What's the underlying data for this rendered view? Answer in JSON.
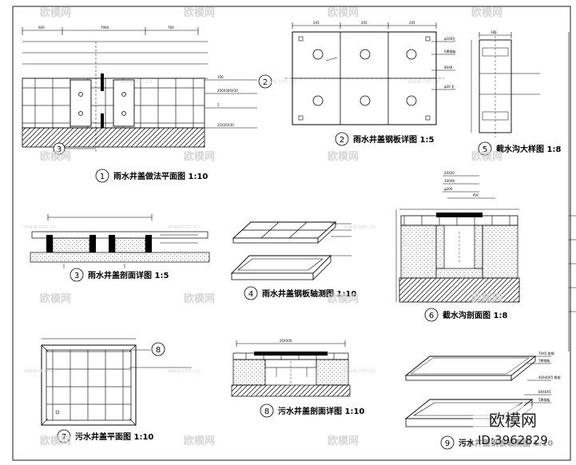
{
  "watermark": {
    "brand": "欧模网",
    "url": "www.om.cn"
  },
  "badge": {
    "brand": "欧模网",
    "code": "ID:3962829"
  },
  "views": [
    {
      "num": "1",
      "title": "雨水井盖做法平面图 1:10"
    },
    {
      "num": "2",
      "title": "雨水井盖钢板详图 1:5"
    },
    {
      "num": "3",
      "title": "雨水井盖剖面详图 1:5"
    },
    {
      "num": "4",
      "title": "雨水井盖钢板轴测图 1:10"
    },
    {
      "num": "5",
      "title": "截水沟大样图 1:8"
    },
    {
      "num": "6",
      "title": "截水沟剖面图 1:8"
    },
    {
      "num": "7",
      "title": "污水井盖平面图 1:10"
    },
    {
      "num": "8",
      "title": "污水井盖剖面详图 1:10"
    },
    {
      "num": "9",
      "title": "污水井盖钢板轴测图 1:10"
    }
  ],
  "refs": {
    "v1_detail": "2",
    "v1_section": "3",
    "v7_detail": "8"
  },
  "dims": {
    "v1_top": [
      "600",
      "7960",
      "760"
    ],
    "v2_top": [
      "245",
      "245",
      "245"
    ],
    "v5_top": [
      "185"
    ]
  },
  "notes": {
    "v1_right": [
      "100",
      "200X300X30",
      "5",
      "25X35X30"
    ],
    "v2_right": [
      "φ100孔",
      "6厚钢板",
      "80X8",
      "φ20 孔"
    ],
    "v6_top": [
      "20X20",
      "100X8",
      "φ200",
      "PVC"
    ],
    "v8_top": [
      "20X300"
    ],
    "v9_right": [
      "70X5 角钢",
      "7厚钢板",
      "40X40X5 角钢",
      "8X40X5",
      "5厚钢板"
    ]
  }
}
